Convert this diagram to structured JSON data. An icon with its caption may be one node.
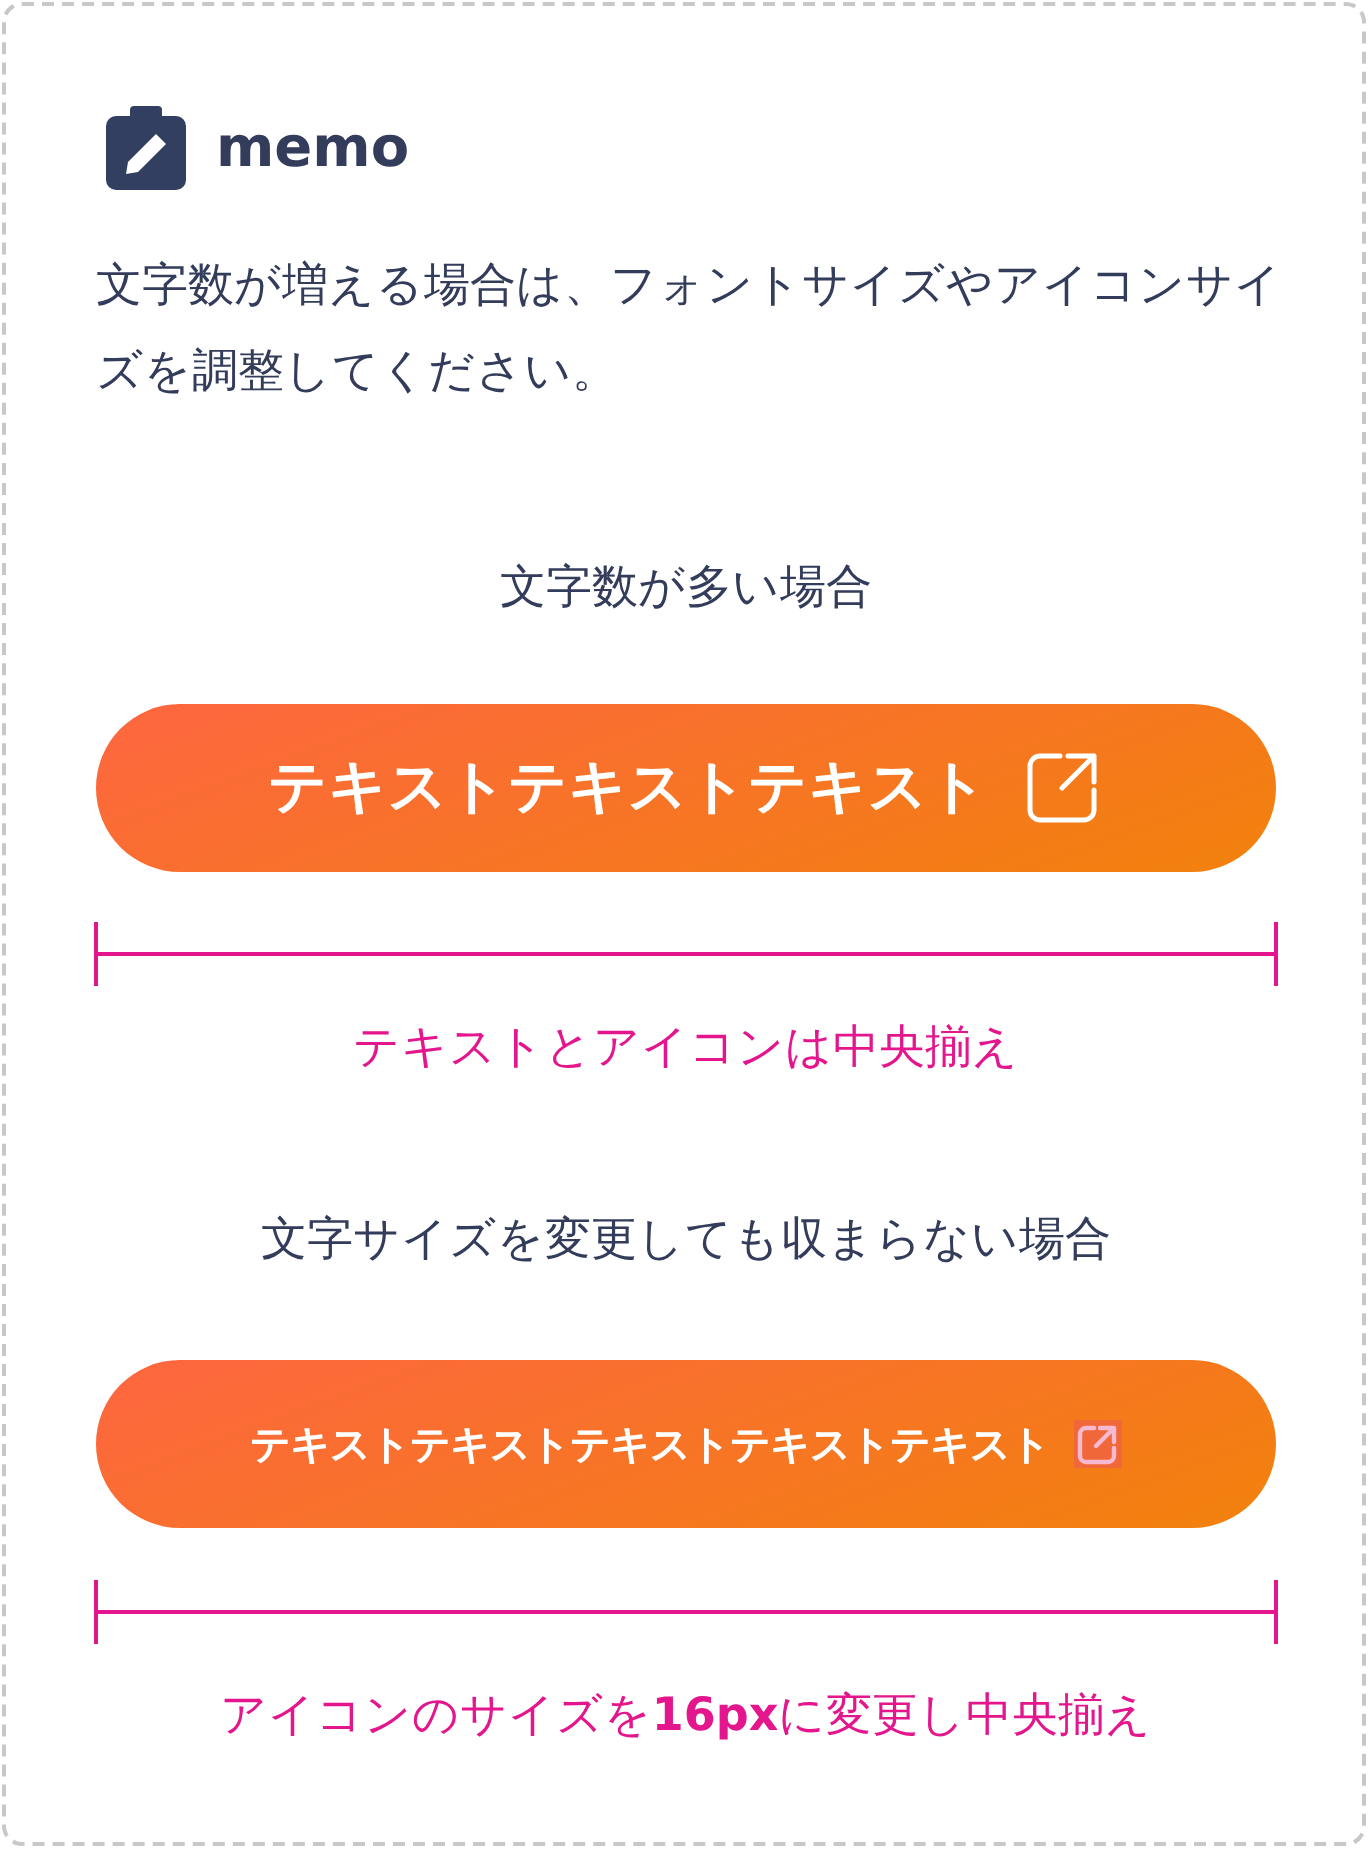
{
  "diagram": {
    "title": "memo",
    "nodes": [
      {
        "text": [
          "テキストテキストテキスト"
        ]
      },
      {
        "text": [
          "テキストテキストテキストテキストテキスト"
        ]
      }
    ],
    "labels": [
      "文字数が増える場合は、フォントサイズやアイコンサイズを調整してください。",
      "文字数が多い場合",
      "テキストとアイコンは中央揃え",
      "文字サイズを変更しても収まらない場合",
      "アイコンのサイズを**16px**に変更し中央揃え"
    ]
  }
}
